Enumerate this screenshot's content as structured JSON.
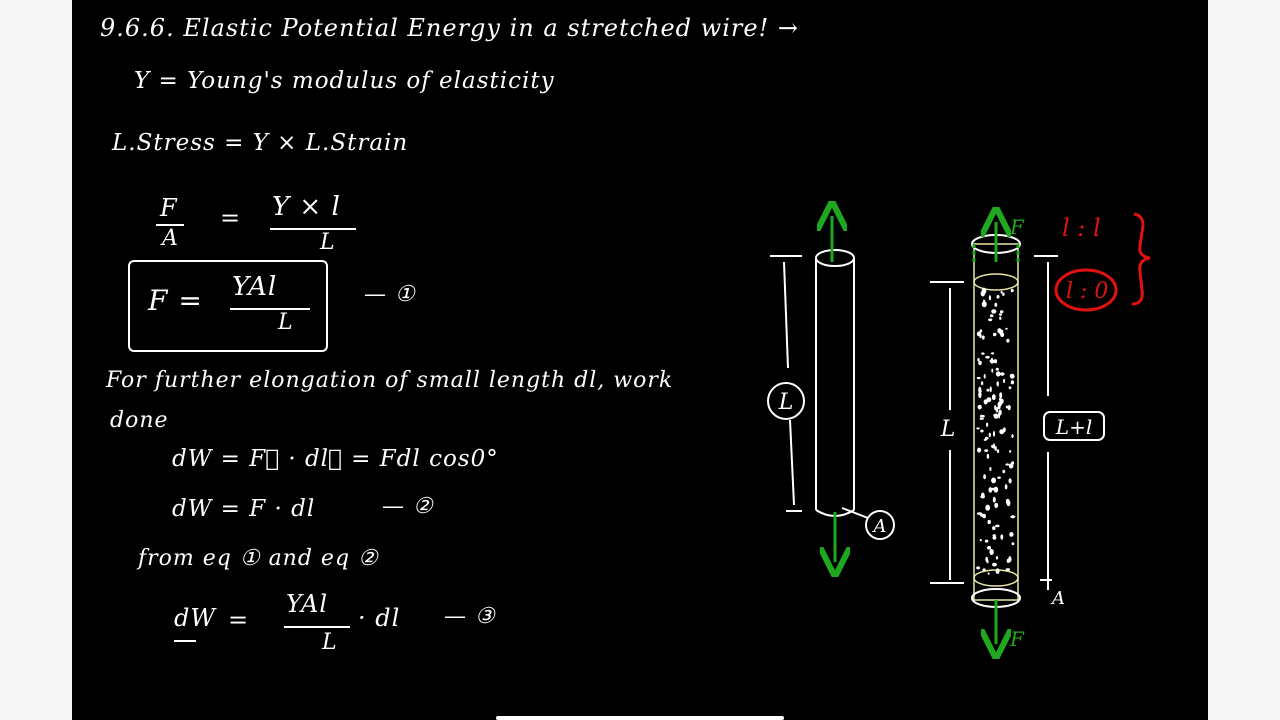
{
  "notes": {
    "heading": "9.6.6. Elastic Potential Energy in a stretched wire! →",
    "youngs_def": "Y = Young's modulus of elasticity",
    "stress_eq": "L.Stress = Y × L.Strain",
    "eq_frac": {
      "lhs_num": "F",
      "lhs_den": "A",
      "equals": "=",
      "rhs_num": "Y × l",
      "rhs_den": "L"
    },
    "boxed_eq": {
      "lhs": "F =",
      "num": "YAl",
      "den": "L",
      "tag": "— ①"
    },
    "para_line1": "For further elongation of small length dl, work",
    "para_line2": "done",
    "dw_line1": "dW = F⃗ · dl⃗ = Fdl cos0°",
    "dw_line2": "dW = F · dl",
    "dw_line2_tag": "— ②",
    "from_eq": "from eq ① and eq ②",
    "dw_final": {
      "lhs": "dW",
      "equals": "=",
      "num": "YAl",
      "den": "L",
      "suffix": "· dl",
      "tag": "— ③"
    }
  },
  "diagram": {
    "left_length_label": "L",
    "left_area_label": "A",
    "right_length_label": "L",
    "right_total_label": "L+l",
    "force_top": "F",
    "force_bottom": "F",
    "right_area_label": "A",
    "red_label_top": "l : l",
    "red_label_circled": "l : 0"
  },
  "colors": {
    "board": "#000000",
    "ink": "#ffffff",
    "arrow": "#1fa81f",
    "highlight": "#e0120f",
    "wire_outline": "#e8e6a0"
  }
}
